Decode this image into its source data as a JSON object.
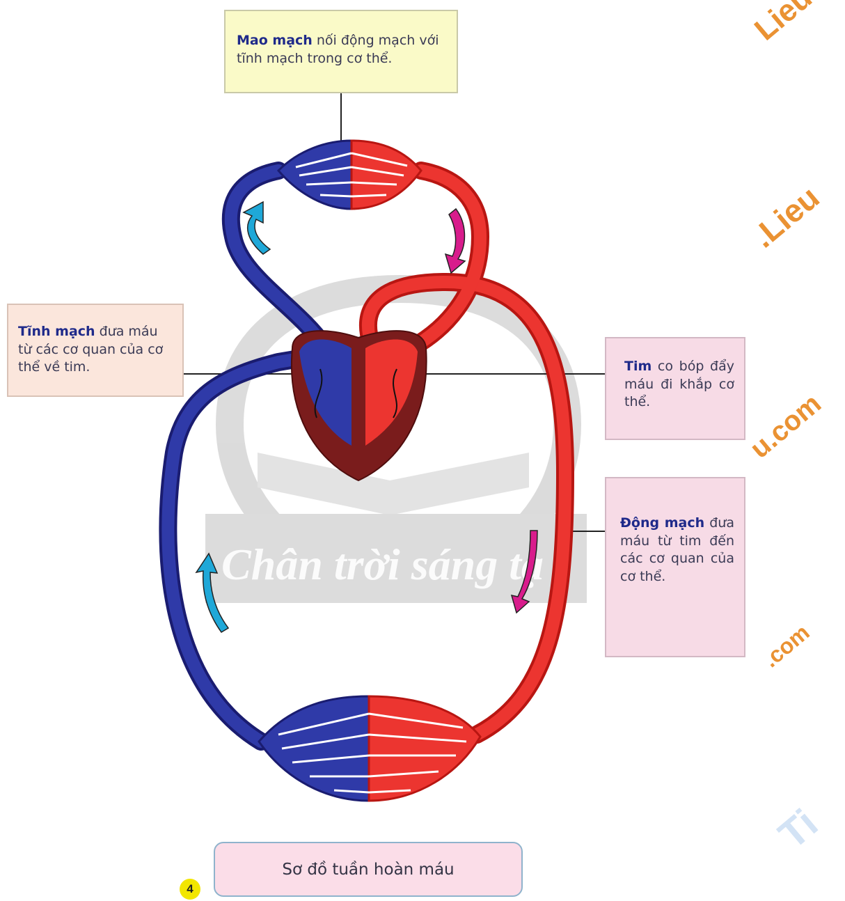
{
  "labels": {
    "mao_mach": {
      "bold": "Mao mạch",
      "text": " nối động mạch với tĩnh mạch trong cơ thể."
    },
    "tinh_mach": {
      "bold": "Tĩnh mạch",
      "text": " đưa máu từ các cơ quan của cơ thể về tim."
    },
    "tim": {
      "bold": "Tim",
      "text": " co bóp đẩy máu đi khắp cơ thể."
    },
    "dong_mach": {
      "bold": "Động mạch",
      "text": " đưa máu từ tim đến các cơ quan của cơ thể."
    }
  },
  "caption": "Sơ đồ tuần hoàn máu",
  "figure_number": "4",
  "watermark": {
    "center": "Chân trời sáng tạ",
    "side_1": "Lieu",
    "side_2": ".Lieu",
    "side_3": "u.com",
    "side_4": ".com",
    "side_5": "Ti"
  },
  "colors": {
    "vein": "#2a2e96",
    "artery": "#e52b28",
    "heart": "#7a1c1c",
    "arrow_blue": "#1fa8d8",
    "arrow_pink": "#d81c8c"
  }
}
